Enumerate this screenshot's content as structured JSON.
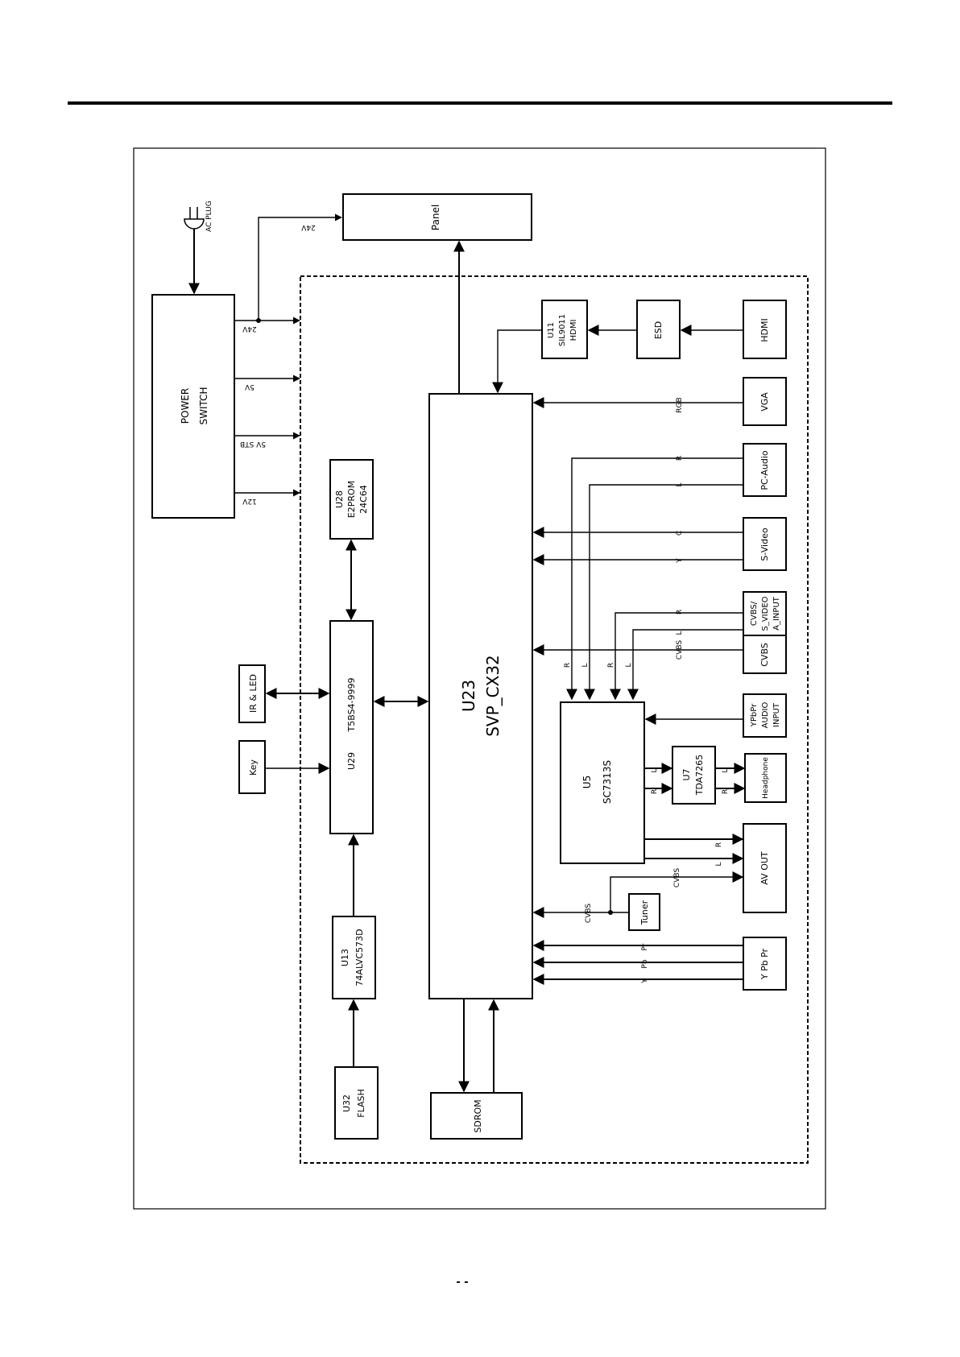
{
  "diagram": {
    "blocks": {
      "panel": "Panel",
      "power_1": "POWER",
      "power_2": "SWITCH",
      "u11_1": "U11",
      "u11_2": "SIL9011",
      "u11_3": "HDMI",
      "esd": "ESD",
      "hdmi": "HDMI",
      "vga": "VGA",
      "pc_audio": "PC-Audio",
      "s_video": "S-Video",
      "cvbs_s_1": "CVBS/",
      "cvbs_s_2": "S_VIDEO",
      "cvbs_s_3": "A_INPUT",
      "cvbs": "CVBS",
      "ypbpr_audio_1": "YPbPr",
      "ypbpr_audio_2": "AUDIO",
      "ypbpr_audio_3": "INPUT",
      "headphone": "Headphone",
      "av_out": "AV  OUT",
      "tuner": "Tuner",
      "ypbpr": "Y  Pb  Pr",
      "u28_1": "U28",
      "u28_2": "E2PROM",
      "u28_3": "24C64",
      "u29_chip": "T5BS4-9999",
      "u29_ref": "U29",
      "ir_led": "IR & LED",
      "key": "Key",
      "u13_1": "U13",
      "u13_2": "74ALVC573D",
      "u32_1": "U32",
      "u32_2": "FLASH",
      "sdrom": "SDROM",
      "u23_1": "U23",
      "u23_2": "SVP_CX32",
      "u5_1": "U5",
      "u5_2": "SC7313S",
      "u7_1": "U7",
      "u7_2": "TDA7265"
    },
    "signals": {
      "ac_plug": "AC PLUG",
      "v24_panel": "24V",
      "v24": "24V",
      "v5": "5V",
      "v5stb": "5V STB",
      "v12": "12V",
      "rgb": "RGB",
      "pc_r": "R",
      "pc_l": "L",
      "sv_c": "C",
      "sv_y": "Y",
      "cv_r": "R",
      "cv_l": "L",
      "cvbs_in": "CVBS",
      "u5_in_r1": "R",
      "u5_in_l1": "L",
      "u5_in_r2": "R",
      "u5_in_l2": "L",
      "u7_l": "L",
      "u7_r": "R",
      "hp_l": "L",
      "hp_r": "R",
      "av_r": "R",
      "av_l": "L",
      "av_cvbs": "CVBS",
      "tuner_cvbs": "CVBS",
      "pr": "Pr",
      "pb": "Pb",
      "y": "Y"
    },
    "page_number": "-  -"
  }
}
